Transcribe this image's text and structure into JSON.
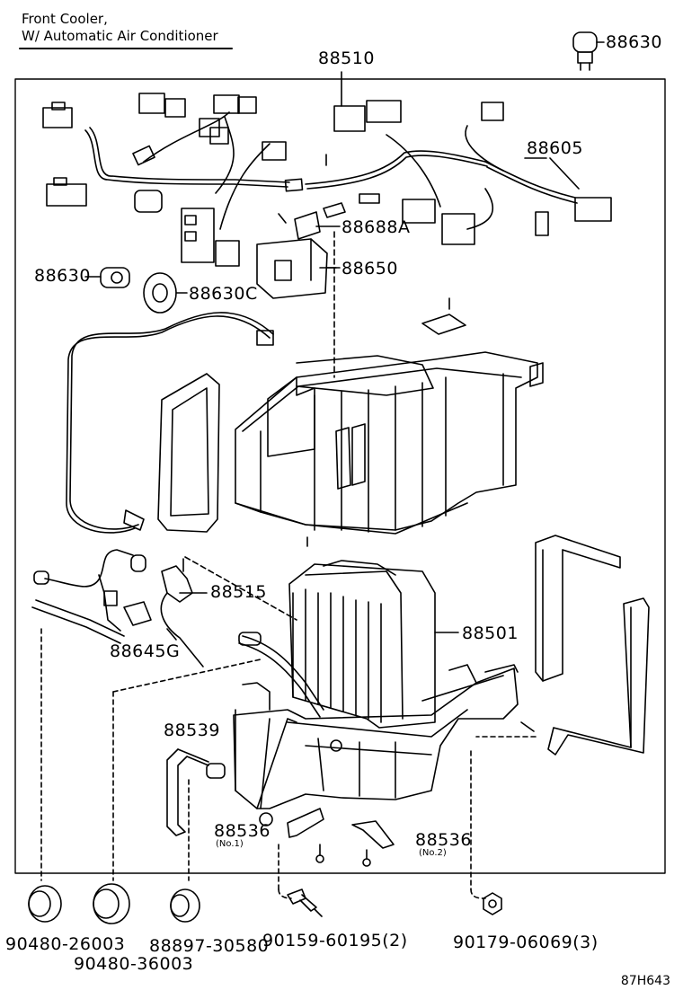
{
  "title": {
    "line1": "Front Cooler,",
    "line2": "W/ Automatic Air Conditioner"
  },
  "parts": {
    "p88510": "88510",
    "p88630_top": "88630",
    "p88605": "88605",
    "p88688A": "88688A",
    "p88650": "88650",
    "p88630_left": "88630",
    "p88630C": "88630C",
    "p88515": "88515",
    "p88501": "88501",
    "p88645G": "88645G",
    "p88539": "88539",
    "p88536_1": "88536",
    "p88536_1_note": "(No.1)",
    "p88536_2": "88536",
    "p88536_2_note": "(No.2)"
  },
  "bottom_parts": {
    "b1": "90480-26003",
    "b2": "90480-36003",
    "b3": "88897-30580",
    "b4": "90159-60195(2)",
    "b5": "90179-06069(3)"
  },
  "figure_code": "87H643"
}
